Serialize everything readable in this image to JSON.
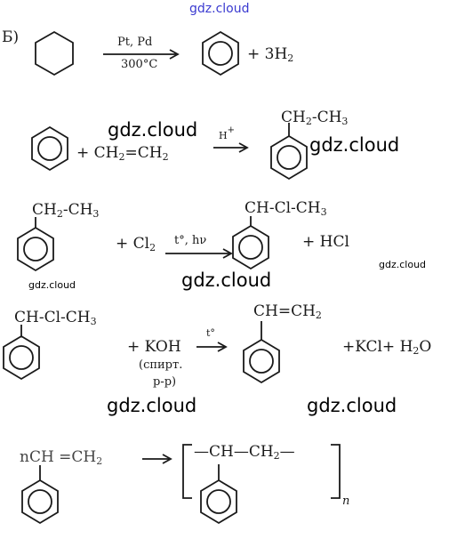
{
  "watermark": {
    "top": "gdz.cloud",
    "mid": "gdz.cloud",
    "small": "gdz.cloud"
  },
  "section_label": "Б)",
  "r1": {
    "cond_top": "Pt, Pd",
    "cond_bottom": "300°C",
    "product_extra": "+ 3H",
    "product_extra_sub": "2"
  },
  "r2": {
    "plus": "+",
    "ethene": [
      "CH",
      "2",
      "=CH",
      "2"
    ],
    "catalyst": "H",
    "catalyst_sup": "+",
    "product": [
      "CH",
      "2",
      "-CH",
      "3"
    ]
  },
  "r3": {
    "reactant": [
      "CH",
      "2",
      "-CH",
      "3"
    ],
    "reagent": [
      "+ Cl",
      "2"
    ],
    "cond": "t°, hν",
    "product": "CH-Cl-CH",
    "product_sub": "3",
    "extra": "+ HCl"
  },
  "r4": {
    "reactant": "CH-Cl-CH",
    "reactant_sub": "3",
    "reagent": "+ KOH",
    "cond": "t°",
    "solvent1": "(спирт.",
    "solvent2": "р-р)",
    "product": "CH=CH",
    "product_sub": "2",
    "extra": "+KCl+ H",
    "extra_sub": "2",
    "extra_end": "O"
  },
  "r5": {
    "monomer": "nCH =CH",
    "monomer_sub": "2",
    "polymer": "—CH—CH",
    "polymer_sub": "2",
    "polymer_end": "—",
    "n": "n"
  }
}
